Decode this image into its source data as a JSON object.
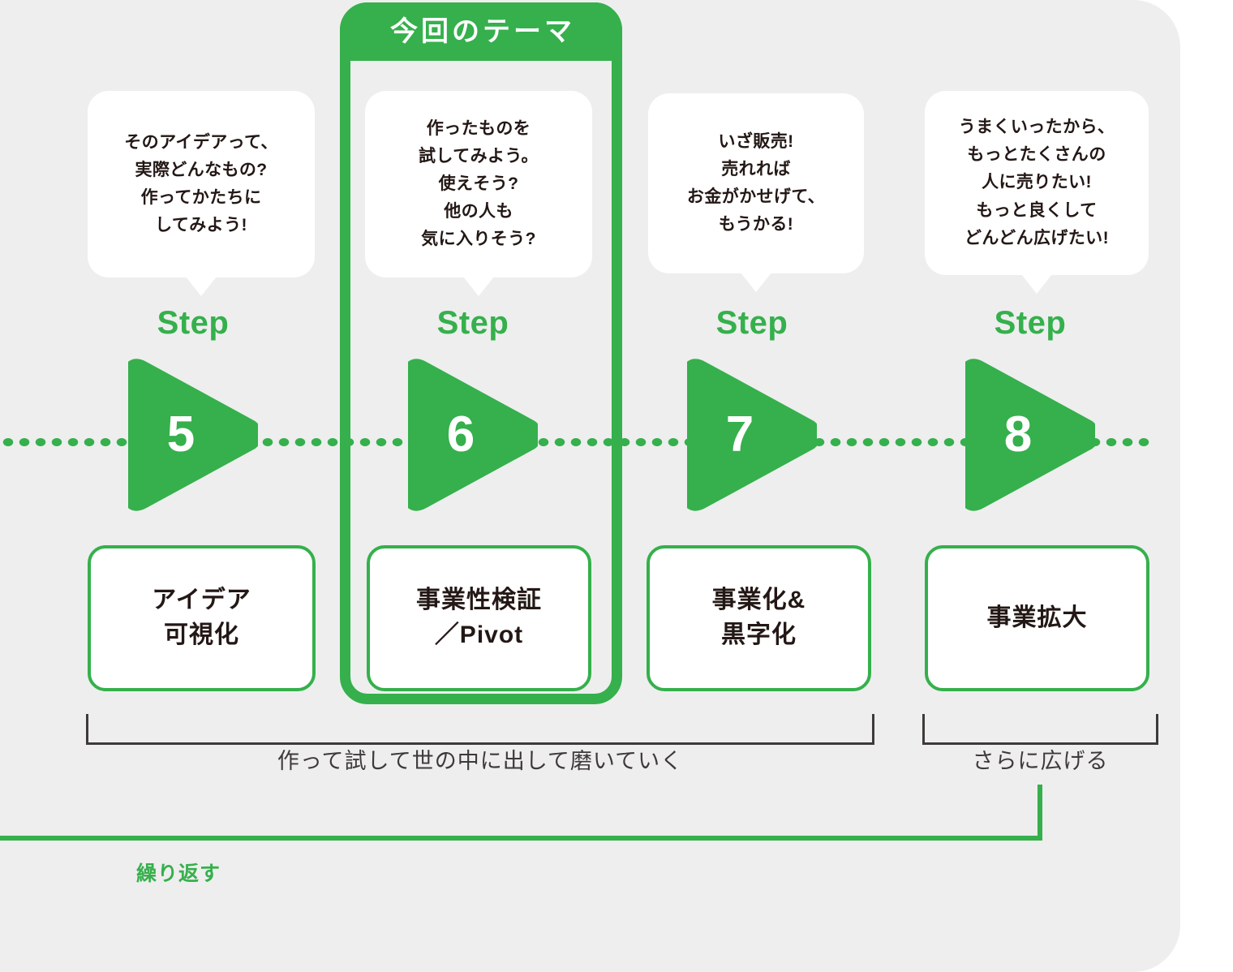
{
  "highlight": {
    "badge_label": "今回のテーマ",
    "highlighted_step_index": 1,
    "accent_color": "#35b04c"
  },
  "colors": {
    "panel_background": "#eeeeee",
    "accent_green": "#35b04c",
    "text_dark": "#231815",
    "bracket_gray": "#3e3a39",
    "bubble_white": "#ffffff"
  },
  "steps": [
    {
      "bubble_text": "そのアイデアって、\n実際どんなもの?\n作ってかたちに\nしてみよう!",
      "step_word": "Step",
      "number": "5",
      "title": "アイデア\n可視化"
    },
    {
      "bubble_text": "作ったものを\n試してみよう。\n使えそう?\n他の人も\n気に入りそう?",
      "step_word": "Step",
      "number": "6",
      "title": "事業性検証\n／Pivot"
    },
    {
      "bubble_text": "いざ販売!\n売れれば\nお金がかせげて、\nもうかる!",
      "step_word": "Step",
      "number": "7",
      "title": "事業化&\n黒字化"
    },
    {
      "bubble_text": "うまくいったから、\nもっとたくさんの\n人に売りたい!\nもっと良くして\nどんどん広げたい!",
      "step_word": "Step",
      "number": "8",
      "title": "事業拡大"
    }
  ],
  "groups": [
    {
      "caption": "作って試して世の中に出して磨いていく",
      "covers_steps": [
        "5",
        "6",
        "7"
      ]
    },
    {
      "caption": "さらに広げる",
      "covers_steps": [
        "8"
      ]
    }
  ],
  "loop": {
    "label": "繰り返す"
  }
}
